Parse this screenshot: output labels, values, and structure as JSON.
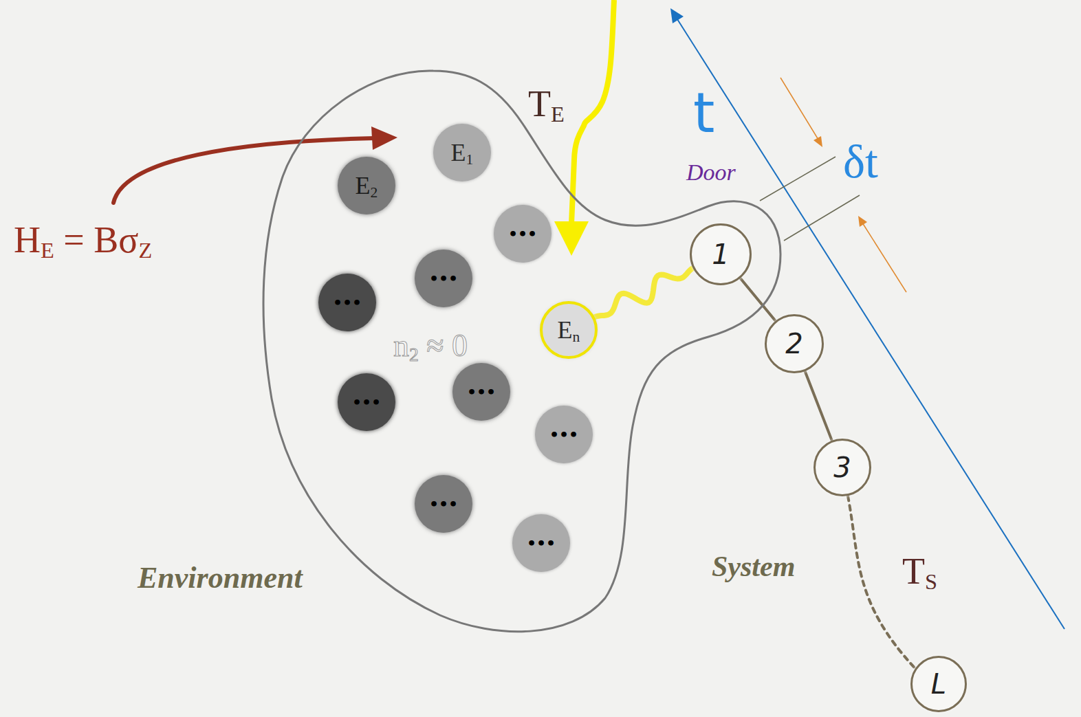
{
  "diagram": {
    "nodes": [
      {
        "text": [
          "Environment"
        ]
      },
      {
        "text": [
          "E1"
        ],
        "in": 0
      },
      {
        "text": [
          "E2"
        ],
        "in": 0
      },
      {
        "text": [
          "•••"
        ],
        "in": 0
      },
      {
        "text": [
          "•••"
        ],
        "in": 0
      },
      {
        "text": [
          "•••"
        ],
        "in": 0
      },
      {
        "text": [
          "En"
        ],
        "in": 0
      },
      {
        "text": [
          "•••"
        ],
        "in": 0
      },
      {
        "text": [
          "•••"
        ],
        "in": 0
      },
      {
        "text": [
          "•••"
        ],
        "in": 0
      },
      {
        "text": [
          "•••"
        ],
        "in": 0
      },
      {
        "text": [
          "•••"
        ],
        "in": 0
      },
      {
        "text": [
          "1"
        ],
        "in": 0
      },
      {
        "text": [
          "2"
        ]
      },
      {
        "text": [
          "3"
        ]
      },
      {
        "text": [
          "L"
        ]
      }
    ],
    "edges": [
      {
        "from": 6,
        "to": 12,
        "arrow": "none"
      },
      {
        "from": 12,
        "to": 13,
        "arrow": "none"
      },
      {
        "from": 13,
        "to": 14,
        "arrow": "none"
      },
      {
        "from": 14,
        "to": 15,
        "arrow": "none"
      }
    ],
    "labels": [
      "HE = BσZ",
      "TE",
      "t",
      "Door",
      "δt",
      "n2 ≈ 0",
      "System",
      "TS"
    ]
  }
}
